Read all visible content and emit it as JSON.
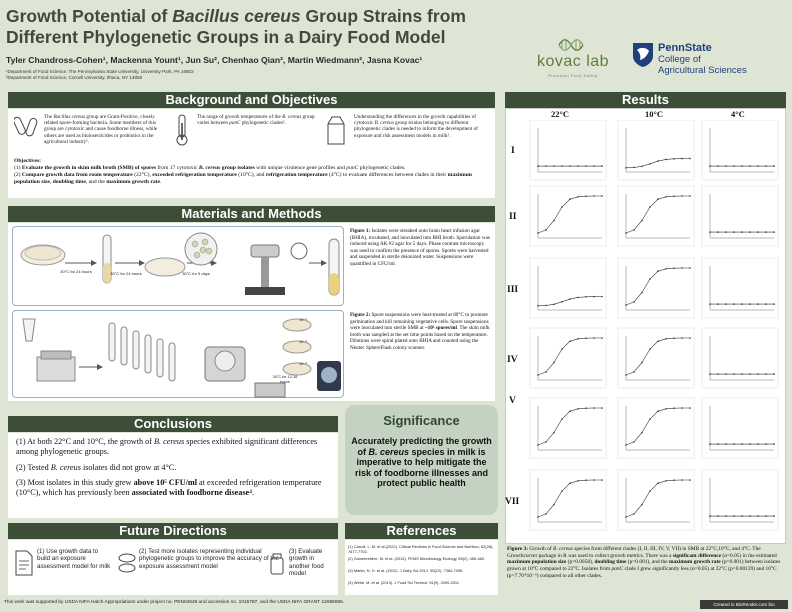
{
  "header": {
    "title_part1": "Growth Potential of ",
    "title_italic": "Bacillus cereus",
    "title_part2": " Group Strains from Different Phylogenetic Groups in a Dairy Food Model",
    "authors": "Tyler Chandross-Cohen¹, Mackenna Yount¹, Jun Su², Chenhao Qian², Martin Wiedmann², Jasna Kovac¹",
    "affiliation1": "¹Department of Food Science, The Pennsylvania State University, University Park, PA 16802",
    "affiliation2": "²Department of Food Science, Cornell University, Ithaca, NY 14850"
  },
  "logos": {
    "kovac_word": "kovac lab",
    "kovac_sub": "Precision Food Safety",
    "psu_name": "PennState",
    "psu_college1": "College of",
    "psu_college2": "Agricultural Sciences"
  },
  "sections": {
    "background": "Background and Objectives",
    "materials": "Materials and Methods",
    "conclusions": "Conclusions",
    "future": "Future Directions",
    "references": "References",
    "results": "Results",
    "significance": "Significance"
  },
  "background": {
    "col1_a": "The ",
    "col1_italic": "Bacillus cereus",
    "col1_b": " group are Gram-Positive, closely related spore-forming bacteria. Some members of this group are cytotoxic and cause foodborne illness, while others are used as bioinsecticides or probiotics in the agricultural industry¹.",
    "col2_a": "The range of growth temperatures of the ",
    "col2_italic": "B. cereus",
    "col2_b": " group varies between ",
    "col2_italic2": "panC",
    "col2_c": " phylogenetic clades².",
    "col3_a": "Understanding the differences in the growth capabilities of cytotoxic ",
    "col3_italic": "B. cereus",
    "col3_b": " group strains belonging to different phylogenetic clades is needed to inform the development of exposure and risk assessment models in milk³."
  },
  "objectives": {
    "heading": "Objectives:",
    "o1_a": "(1) ",
    "o1_b1": "Evaluate the growth in skim milk broth (SMB) of spores",
    "o1_c": " from 17 cytotoxic ",
    "o1_b2": "B. cereus",
    "o1_b3": " group isolates",
    "o1_d": " with unique virulence gene profiles and ",
    "o1_i": "panC",
    "o1_e": " phylogenetic clades.",
    "o2_a": "(2) ",
    "o2_b1": "Compare growth data from room temperature",
    "o2_c": " (22°C), ",
    "o2_b2": "exceeded refrigeration temperature",
    "o2_d": " (10°C), and ",
    "o2_b3": "refrigeration temperature",
    "o2_e": " (4°C) to evaluate differences between clades in their ",
    "o2_b4": "maximum population size",
    "o2_f": ", ",
    "o2_b5": "doubling time",
    "o2_g": ", and the ",
    "o2_b6": "maximum growth rate",
    "o2_h": "."
  },
  "methods": {
    "fig1_label": "Figure 1:",
    "fig1_text": " Isolates were streaked onto brain heart infusion agar (BHIA), incubated, and inoculated into BHI broth. Sporulation was induced using AK #2 agar for 5 days. Phase contrast microscopy was used to confirm the presence of spores. Spores were harvested and suspended in sterile deionized water. Suspensions were quantified in CFU/ml.",
    "fig2_label": "Figure 2:",
    "fig2_text_a": " Spore suspensions were heat-treated at 80°C to promote germination and kill remaining vegetative cells. Spore suspensions were inoculated into sterile SMB at ",
    "fig2_bold": "~10² spores/ml",
    "fig2_text_b": ". The skim milk broth was sampled at the set time points based on the temperature. Dilutions were spiral plated onto BHIA and counted using the Neutec SphereFlash colony scanner.",
    "step1": "30°C for 24 hours",
    "step2": "30°C for 24 hours",
    "step3": "30°C for 5 days",
    "incub": "30°C for 12-16 hours",
    "dil1": "10⁻¹",
    "dil2": "10⁻²",
    "dil3": "10⁻³"
  },
  "conclusions": {
    "c1_a": "(1) At both 22°C and 10°C, the growth of ",
    "c1_i": "B. cereus",
    "c1_b": " species exhibited significant differences among phylogenetic groups.",
    "c2_a": "(2) Tested ",
    "c2_i": "B. cereus",
    "c2_b": " isolates did not grow at 4°C.",
    "c3_a": "(3) Most isolates in this study grew ",
    "c3_b": "above 10⁵ CFU/ml",
    "c3_c": " at exceeded refrigeration temperature (10°C), which has previously been ",
    "c3_d": "associated with foodborne disease",
    "c3_e": "⁴."
  },
  "significance": {
    "text_a": "Accurately predicting the growth of ",
    "text_i": "B. cereus",
    "text_b": " species in milk is imperative to help mitigate the risk of foodborne illnesses and protect public health"
  },
  "future": {
    "f1": "(1) Use growth data to build an exposure assessment model for milk",
    "f2": "(2) Test more isolates representing individual phylogenetic groups to improve the accuracy of the exposure assessment model",
    "f3": "(3) Evaluate growth in another food model"
  },
  "references": [
    "(1) Carroll, L. M. et al.(2022). Critical Reviews in Food Science and Nutrition, 62(28), 7677-7702.",
    "(2) Guinebretière, M. et al. (2013). FEMS Microbiology Ecology, 85(2), 450-460.",
    "(3) Martin, N. H. et al. (2012). J Dairy Sci 2012, 95(12), 7384-7395.",
    "(4) Webb, M. et al. (2013). J Food Sci Technol, 51(9), 2000-2011."
  ],
  "results": {
    "temps": [
      "22°C",
      "10°C",
      "4°C"
    ],
    "rows": [
      "I",
      "II",
      "III",
      "IV",
      "V",
      "VII"
    ],
    "fig3_label": "Figure 3:",
    "fig3_a": " Growth of ",
    "fig3_i1": "B. cereus",
    "fig3_b": " species from different clades (I, II, III, IV, V, VII) in SMB at 22°C,10°C, and 4°C. The Growthcurver package in R was used to collect growth metrics. There was a ",
    "fig3_bold1": "significant difference",
    "fig3_c": " (α=0.05) in the estimated ",
    "fig3_bold2": "maximum population size",
    "fig3_d": " (p=0.0058), ",
    "fig3_bold3": "doubling time",
    "fig3_e": " (p=0.001), and the ",
    "fig3_bold4": "maximum growth rate",
    "fig3_f": " (p=0.001) between isolates grown at 10°C compared to 22°C. Isolates from ",
    "fig3_i2": "panC",
    "fig3_g": " clade I grew significantly less (α=0.05) at 22°C (p=0.00139) and 10°C (p=7.76*10⁻⁵) compared to all other clades."
  },
  "footer": {
    "support": "This work was supported by USDA NIFA Hatch Appropriations under project no. PEN04646 and accession no. 1015787, and the USDA NIFA GRANT 12686965.",
    "credit": "Created in BioRender.com bio"
  },
  "colors": {
    "banner": "#3c4e38",
    "page": "#dfe5d5",
    "significance": "#c4d3c1",
    "kovac_green": "#5e7d3a",
    "psu_blue": "#1e407c"
  }
}
